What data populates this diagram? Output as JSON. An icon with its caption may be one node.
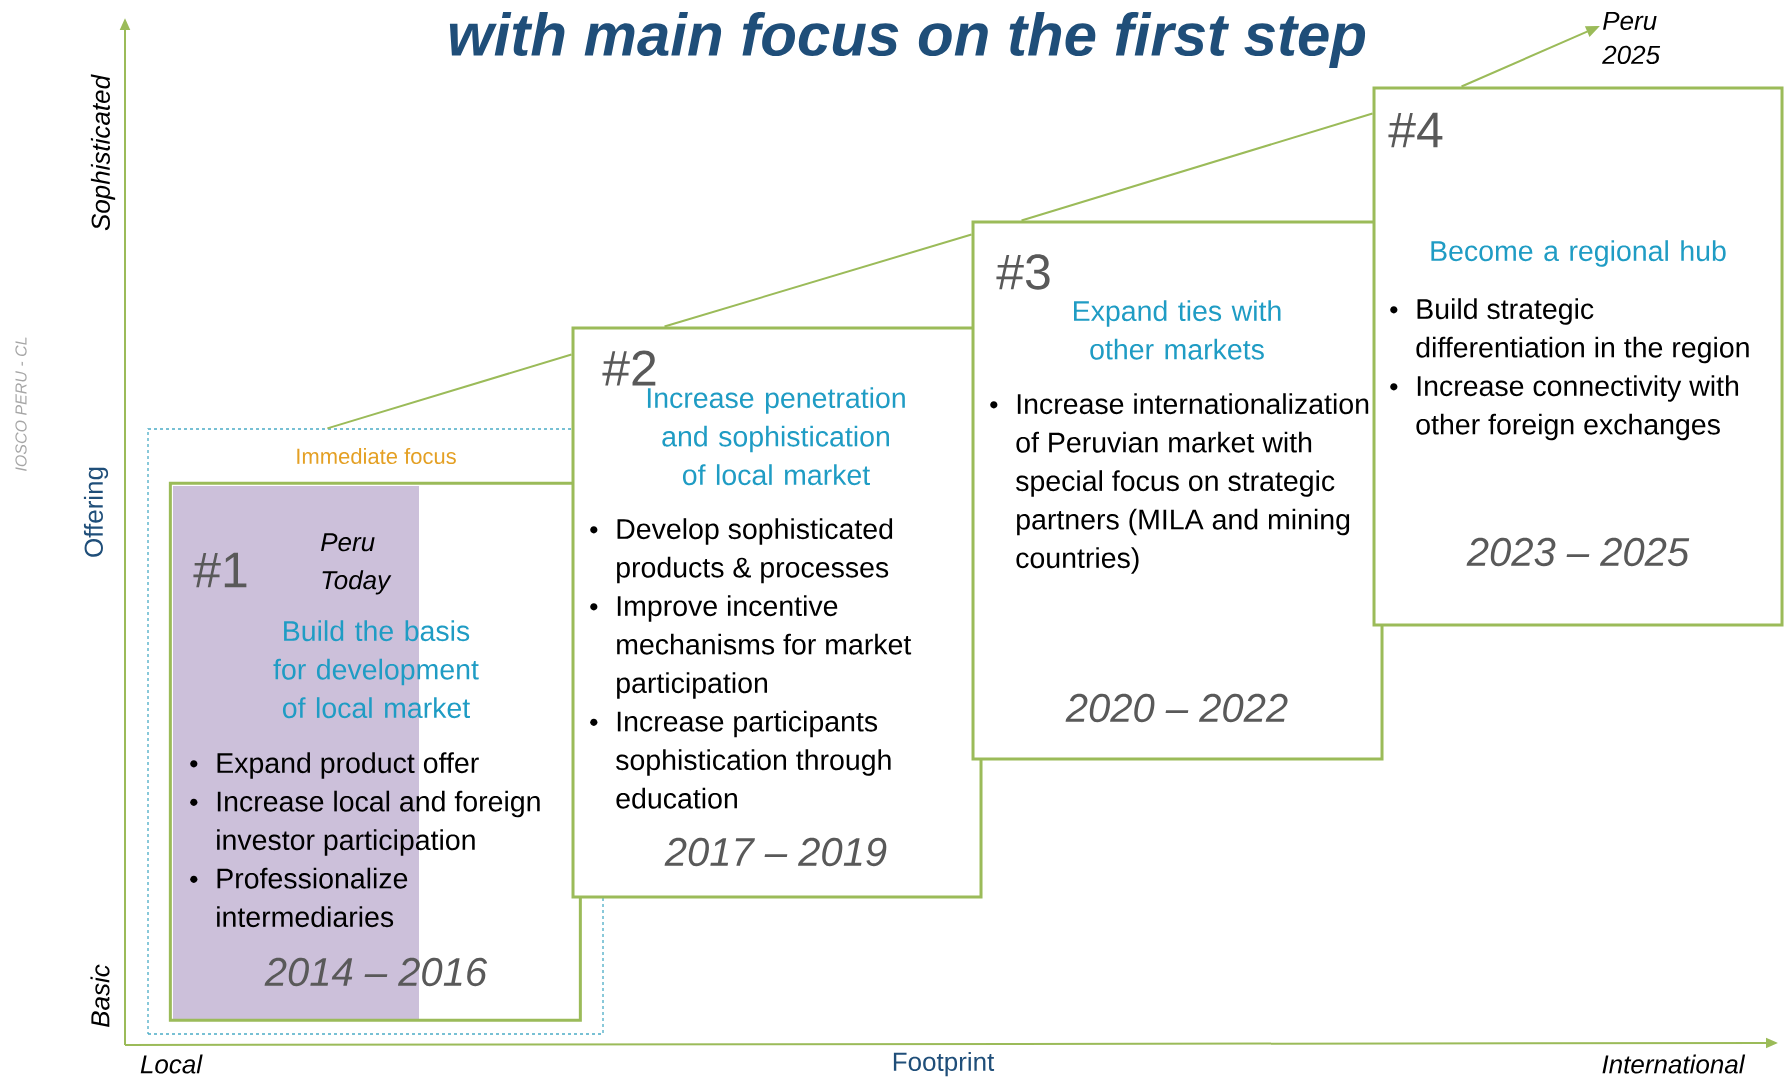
{
  "diagram": {
    "title": "with main focus on the first step",
    "nodes": [
      {
        "text": [
          "Immediate focus"
        ]
      },
      {
        "text": [
          "#1",
          "Peru Today",
          "Build the basis for development of local market",
          "Expand product offer",
          "Increase local and foreign investor participation",
          "Professionalize intermediaries",
          "2014 – 2016"
        ],
        "in": 0
      },
      {
        "text": [
          "#2",
          "Increase penetration and sophistication of local market",
          "Develop sophisticated products & processes",
          "Improve incentive mechanisms for market participation",
          "Increase participants sophistication through education",
          "2017 – 2019"
        ]
      },
      {
        "text": [
          "#3",
          "Expand ties with other markets",
          "Increase internationalization of Peruvian market with special focus on strategic partners (MILA and mining countries)",
          "2020 – 2022"
        ]
      },
      {
        "text": [
          "#4",
          "Become a regional hub",
          "Build strategic differentiation in the region",
          "Increase connectivity with other foreign exchanges",
          "2023 – 2025"
        ]
      },
      {
        "text": [
          "Peru 2025"
        ]
      }
    ],
    "edges": [
      {
        "from": 0,
        "to": 2,
        "arrow": "none"
      },
      {
        "from": 2,
        "to": 3,
        "arrow": "none"
      },
      {
        "from": 3,
        "to": 4,
        "arrow": "none"
      },
      {
        "from": 4,
        "to": 5,
        "arrow": "to"
      }
    ],
    "labels": [
      "Sophisticated",
      "Offering",
      "Basic",
      "Local",
      "Footprint",
      "International",
      "IOSCO PERU - CL"
    ]
  }
}
